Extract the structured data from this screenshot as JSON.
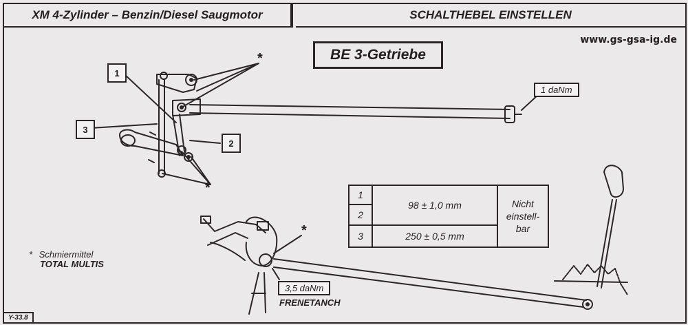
{
  "header": {
    "left_title": "XM 4-Zylinder – Benzin/Diesel Saugmotor",
    "right_title": "SCHALTHEBEL EINSTELLEN"
  },
  "website": "www.gs-gsa-ig.de",
  "gearbox_label": "BE 3-Getriebe",
  "callouts": [
    "1",
    "2",
    "3"
  ],
  "asterisk": "*",
  "torque_upper": "1 daNm",
  "torque_lower": "3,5 daNm",
  "frenetanch": "FRENETANCH",
  "lubricant": {
    "marker": "*",
    "label": "Schmiermittel",
    "product": "TOTAL MULTIS"
  },
  "spec_table": {
    "rows": [
      {
        "num": "1",
        "value": "98 ± 1,0 mm"
      },
      {
        "num": "2",
        "value": ""
      },
      {
        "num": "3",
        "value": "250 ± 0,5 mm"
      }
    ],
    "note": [
      "Nicht",
      "einstell-",
      "bar"
    ]
  },
  "figure_id": "Y-33.8"
}
